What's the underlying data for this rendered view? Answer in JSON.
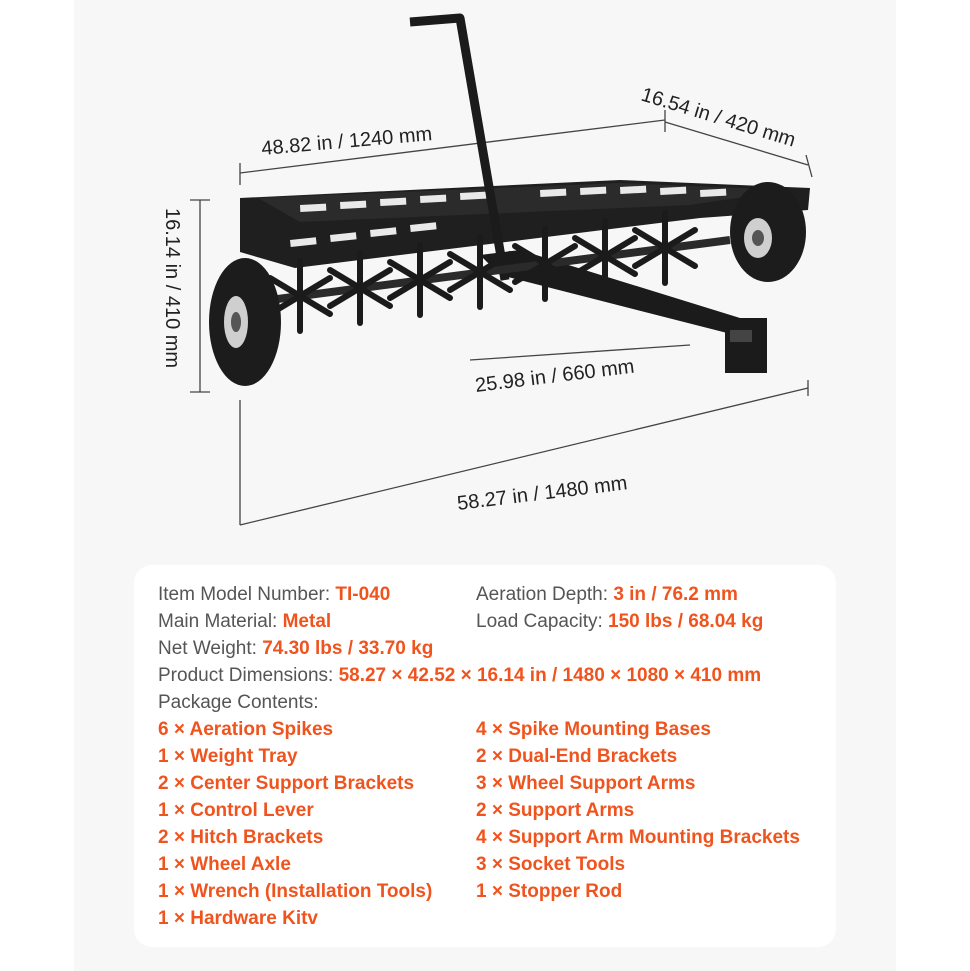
{
  "dimensions": {
    "width_label": "48.82 in / 1240 mm",
    "depth_label": "16.54 in / 420 mm",
    "height_label": "16.14 in / 410 mm",
    "hitch_label": "25.98 in / 660 mm",
    "overall_label": "58.27 in / 1480 mm"
  },
  "specs": {
    "model_label": "Item Model Number: ",
    "model_value": "TI-040",
    "depth_label": "Aeration Depth: ",
    "depth_value": "3 in / 76.2 mm",
    "material_label": "Main Material: ",
    "material_value": "Metal",
    "load_label": "Load Capacity: ",
    "load_value": "150 lbs / 68.04 kg",
    "weight_label": "Net Weight: ",
    "weight_value": "74.30 lbs / 33.70 kg",
    "dims_label": "Product Dimensions: ",
    "dims_value": "58.27 × 42.52 × 16.14 in / 1480 × 1080 × 410 mm",
    "package_label": "Package Contents:"
  },
  "package_left": [
    "6 × Aeration Spikes",
    "1 × Weight Tray",
    "2 × Center Support Brackets",
    "1 × Control Lever",
    "2 × Hitch Brackets",
    "1 × Wheel Axle",
    "1 × Wrench (Installation Tools)",
    "1 × Hardware Kitv"
  ],
  "package_right": [
    "4 × Spike Mounting Bases",
    "2 × Dual-End Brackets",
    "3 × Wheel Support Arms",
    "2 × Support Arms",
    "4 × Support Arm Mounting Brackets",
    "3 × Socket Tools",
    "1 × Stopper Rod"
  ],
  "colors": {
    "accent": "#f0541e",
    "label": "#555555",
    "background": "#f7f7f7"
  }
}
